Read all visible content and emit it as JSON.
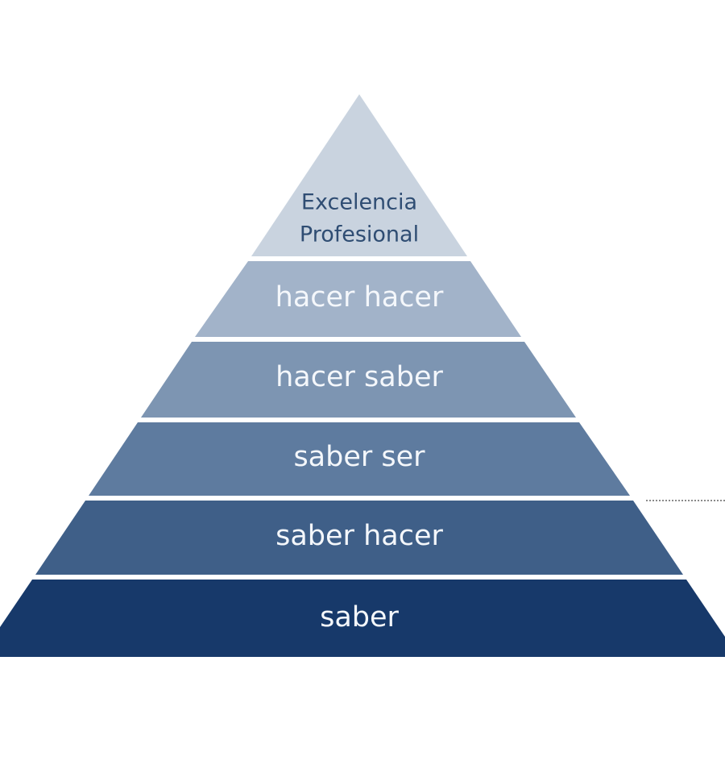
{
  "pyramid": {
    "levels": [
      {
        "label_lines": [
          "Excelencia",
          "Profesional"
        ],
        "color": "#c9d3df",
        "text_color": "#2f4d73"
      },
      {
        "label_lines": [
          "hacer hacer"
        ],
        "color": "#a2b3c9",
        "text_color": "#f4f7fb"
      },
      {
        "label_lines": [
          "hacer saber"
        ],
        "color": "#7d95b2",
        "text_color": "#f4f7fb"
      },
      {
        "label_lines": [
          "saber ser"
        ],
        "color": "#5e7b9f",
        "text_color": "#f4f7fb"
      },
      {
        "label_lines": [
          "saber hacer"
        ],
        "color": "#3f5f88",
        "text_color": "#f4f7fb"
      },
      {
        "label_lines": [
          "saber"
        ],
        "color": "#17396a",
        "text_color": "#f4f7fb"
      }
    ],
    "connector_color": "#8a8a8a"
  }
}
